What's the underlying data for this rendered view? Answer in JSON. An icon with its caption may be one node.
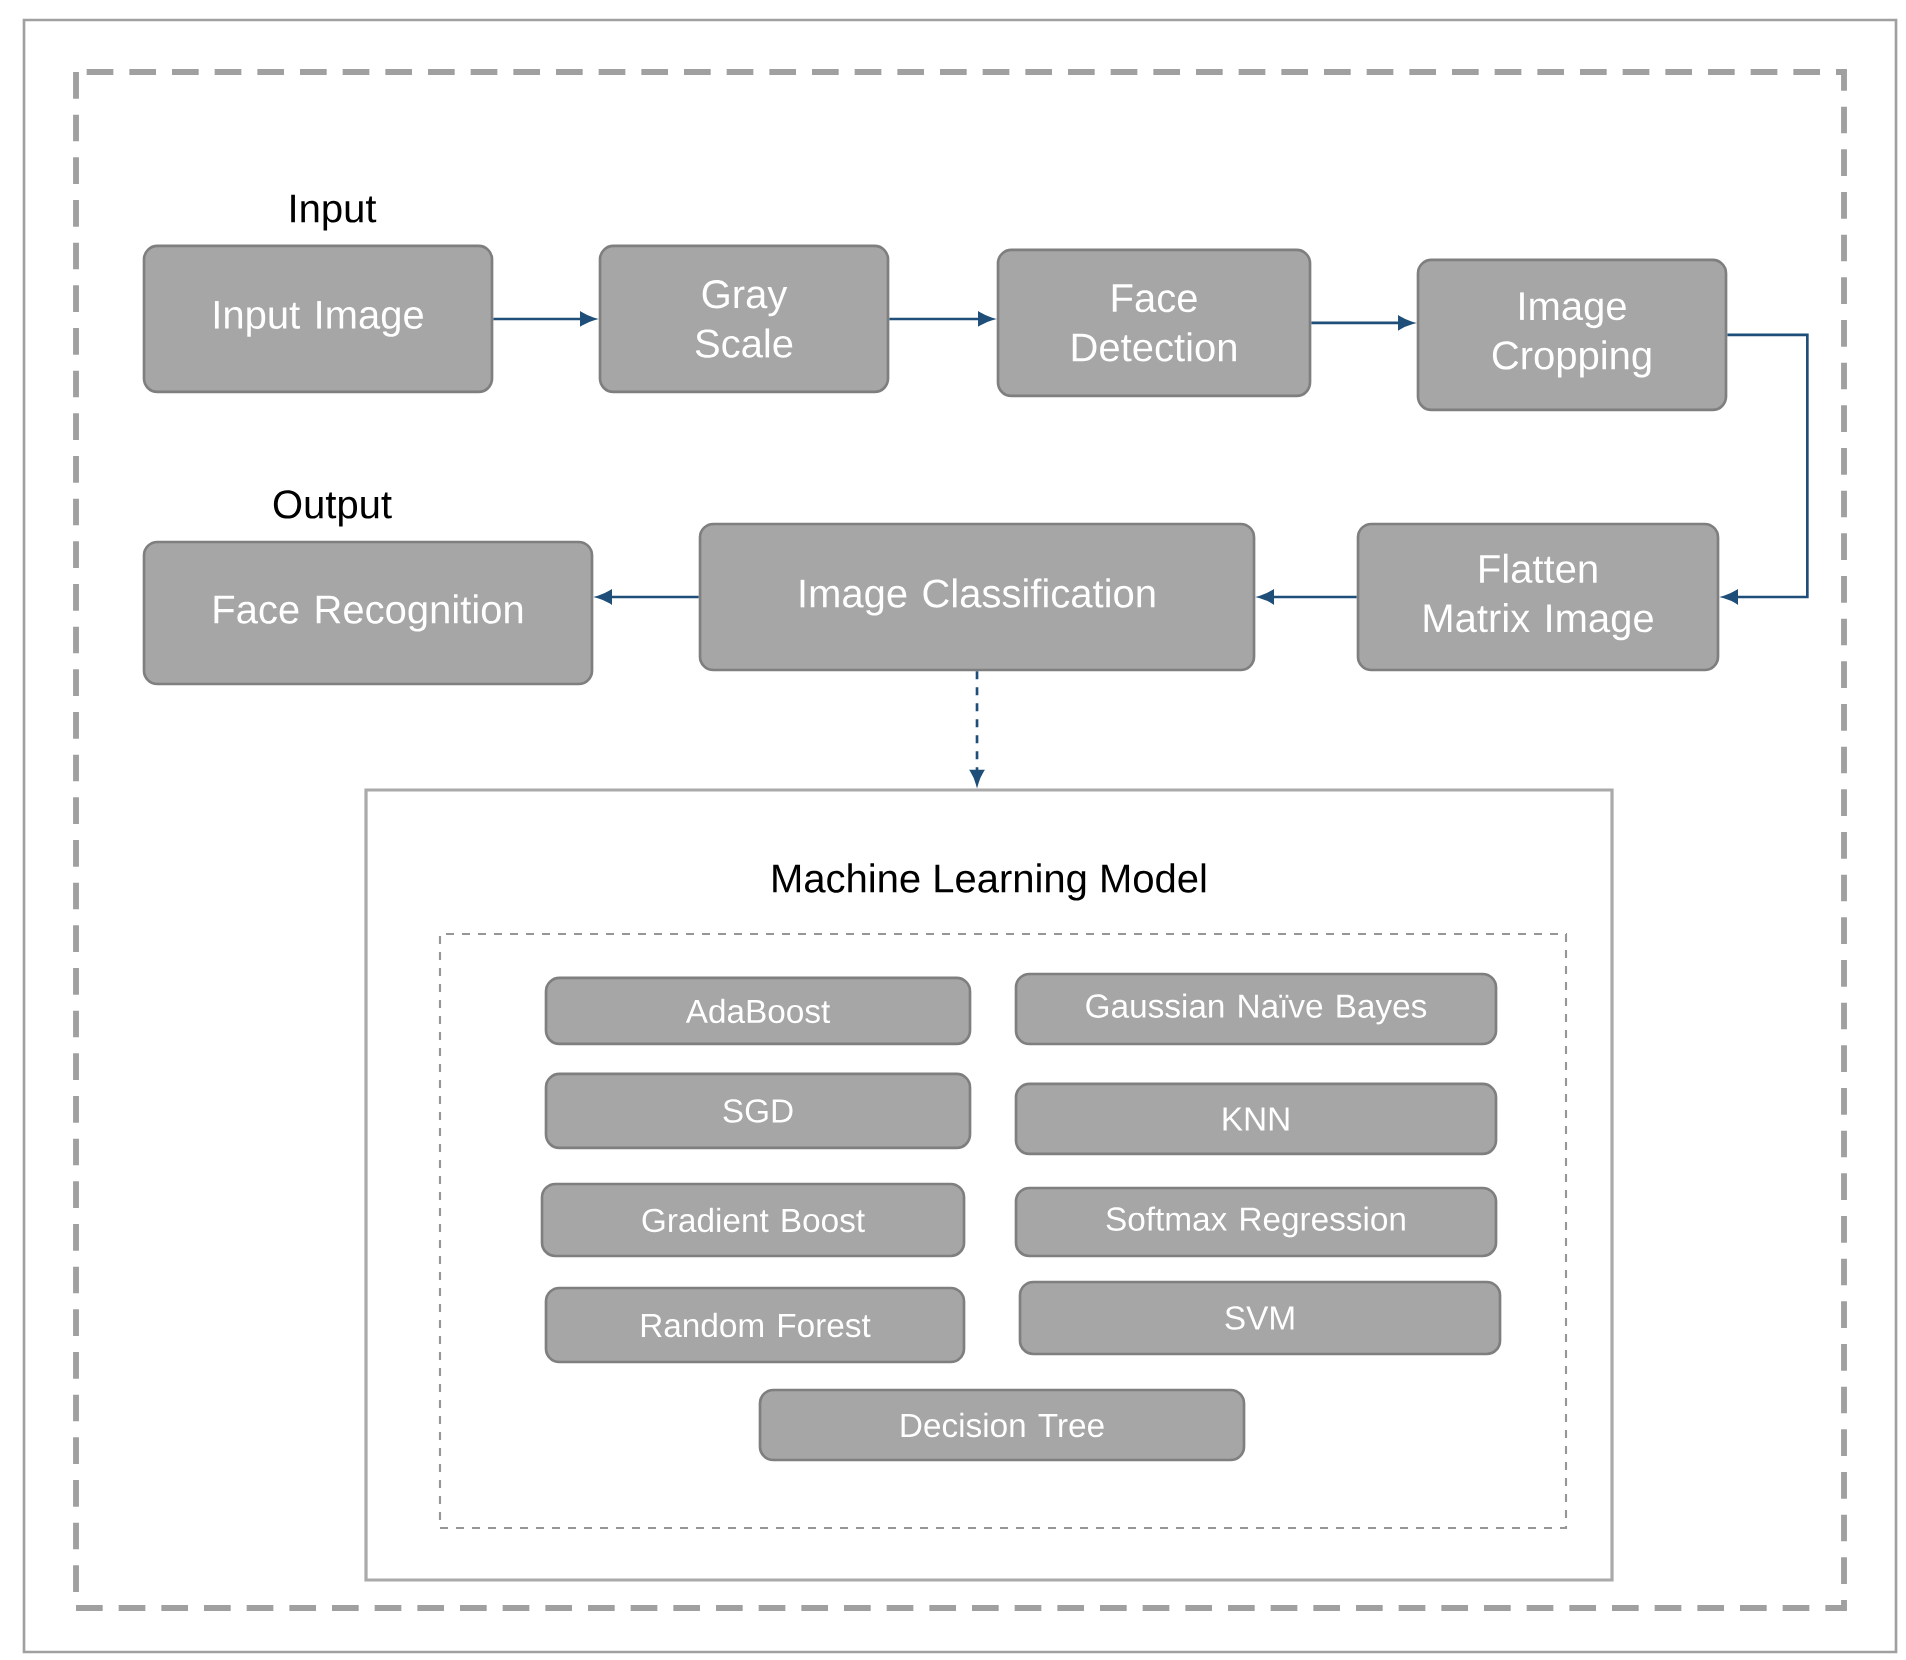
{
  "diagram": {
    "nodes": [
      {
        "text": [
          "Input",
          "Input Image"
        ]
      },
      {
        "text": [
          "Gray Scale"
        ]
      },
      {
        "text": [
          "Face Detection"
        ]
      },
      {
        "text": [
          "Image Cropping"
        ]
      },
      {
        "text": [
          "Flatten Matrix Image"
        ]
      },
      {
        "text": [
          "Image Classification"
        ]
      },
      {
        "text": [
          "Output",
          "Face Recognition"
        ]
      },
      {
        "text": [
          "Machine Learning Model"
        ]
      },
      {
        "text": [],
        "shape": "box",
        "in": 7
      },
      {
        "text": [
          "AdaBoost"
        ],
        "in": 8
      },
      {
        "text": [
          "Gaussian Naïve Bayes"
        ],
        "in": 8
      },
      {
        "text": [
          "SGD"
        ],
        "in": 8
      },
      {
        "text": [
          "KNN"
        ],
        "in": 8
      },
      {
        "text": [
          "Gradient Boost"
        ],
        "in": 8
      },
      {
        "text": [
          "Softmax Regression"
        ],
        "in": 8
      },
      {
        "text": [
          "Random Forest"
        ],
        "in": 8
      },
      {
        "text": [
          "SVM"
        ],
        "in": 8
      },
      {
        "text": [
          "Decision Tree"
        ],
        "in": 8
      }
    ],
    "edges": [
      {
        "from": 0,
        "to": 1,
        "arrow": "to"
      },
      {
        "from": 1,
        "to": 2,
        "arrow": "to"
      },
      {
        "from": 2,
        "to": 3,
        "arrow": "to"
      },
      {
        "from": 3,
        "to": 4,
        "arrow": "to"
      },
      {
        "from": 4,
        "to": 5,
        "arrow": "to"
      },
      {
        "from": 5,
        "to": 6,
        "arrow": "to"
      },
      {
        "from": 5,
        "to": 7,
        "arrow": "to",
        "style": "dashed"
      }
    ]
  }
}
